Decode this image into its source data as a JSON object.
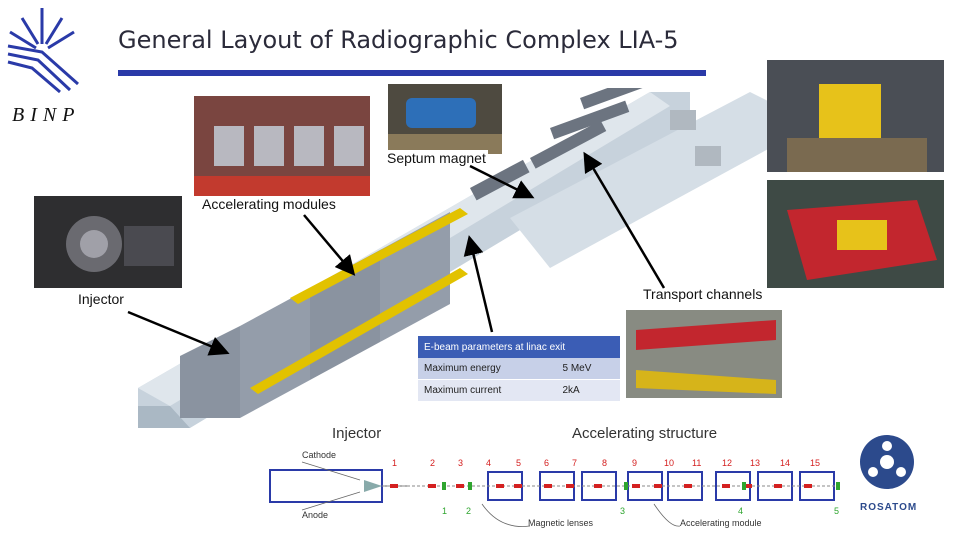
{
  "title": "General Layout of Radiographic Complex LIA-5",
  "logo_text": "BINP",
  "labels": {
    "septum": "Septum magnet",
    "accelerating_modules": "Accelerating modules",
    "injector": "Injector",
    "transport_channels": "Transport channels"
  },
  "params_table": {
    "header": "E-beam parameters at linac exit",
    "rows": [
      {
        "name": "Maximum energy",
        "value": "5 MeV"
      },
      {
        "name": "Maximum current",
        "value": "2kA"
      }
    ]
  },
  "schematic": {
    "injector_title": "Injector",
    "accel_title": "Accelerating structure",
    "cathode": "Cathode",
    "anode": "Anode",
    "red_numbers": [
      "1",
      "2",
      "3",
      "4",
      "5",
      "6",
      "7",
      "8",
      "9",
      "10",
      "11",
      "12",
      "13",
      "14",
      "15"
    ],
    "green_numbers": [
      "1",
      "2",
      "3",
      "4",
      "5"
    ],
    "magnetic_lenses": "Magnetic lenses",
    "accelerating_module": "Accelerating module"
  },
  "rosatom": "ROSATOM",
  "colors": {
    "title_rule": "#2a3aa8",
    "table_header": "#3b5db5",
    "red": "#d42020",
    "green": "#2fa52f",
    "blue": "#2a3aa8"
  }
}
